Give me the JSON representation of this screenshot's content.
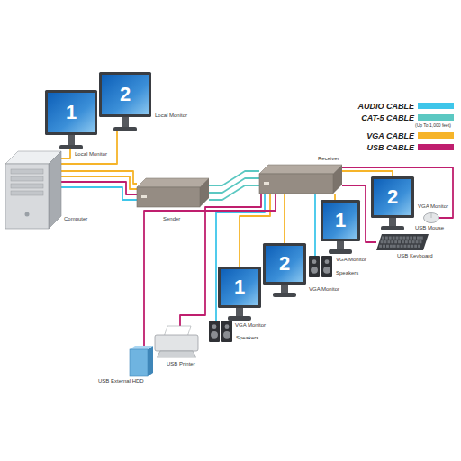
{
  "diagram": {
    "nodes": [
      {
        "text": [
          "1",
          "Local Monitor"
        ]
      },
      {
        "text": [
          "2",
          "Local Monitor"
        ]
      },
      {
        "text": [
          "Computer"
        ]
      },
      {
        "text": [
          "Sender"
        ]
      },
      {
        "text": [
          "Receiver"
        ]
      },
      {
        "text": [
          "1",
          "VGA Monitor"
        ]
      },
      {
        "text": [
          "2",
          "VGA Monitor"
        ]
      },
      {
        "text": [
          "USB Mouse"
        ]
      },
      {
        "text": [
          "USB Keyboard"
        ]
      },
      {
        "text": [
          "Speakers"
        ]
      },
      {
        "text": [
          "1",
          "VGA Monitor"
        ]
      },
      {
        "text": [
          "2",
          "VGA Monitor"
        ]
      },
      {
        "text": [
          "Speakers"
        ]
      },
      {
        "text": [
          "USB Printer"
        ]
      },
      {
        "text": [
          "USB External HDD"
        ]
      }
    ],
    "edges": [
      {
        "from": 2,
        "to": 0,
        "arrow": "none"
      },
      {
        "from": 2,
        "to": 1,
        "arrow": "none"
      },
      {
        "from": 2,
        "to": 3,
        "arrow": "none"
      },
      {
        "from": 2,
        "to": 3,
        "arrow": "none"
      },
      {
        "from": 2,
        "to": 3,
        "arrow": "none"
      },
      {
        "from": 2,
        "to": 3,
        "arrow": "none"
      },
      {
        "from": 3,
        "to": 4,
        "arrow": "none"
      },
      {
        "from": 3,
        "to": 4,
        "arrow": "none"
      },
      {
        "from": 3,
        "to": 4,
        "arrow": "none"
      },
      {
        "from": 4,
        "to": 6,
        "arrow": "none"
      },
      {
        "from": 4,
        "to": 5,
        "arrow": "none"
      },
      {
        "from": 4,
        "to": 7,
        "arrow": "none"
      },
      {
        "from": 4,
        "to": 8,
        "arrow": "none"
      },
      {
        "from": 4,
        "to": 9,
        "arrow": "none"
      },
      {
        "from": 4,
        "to": 11,
        "arrow": "none"
      },
      {
        "from": 4,
        "to": 10,
        "arrow": "none"
      },
      {
        "from": 4,
        "to": 12,
        "arrow": "none"
      },
      {
        "from": 4,
        "to": 13,
        "arrow": "none"
      },
      {
        "from": 4,
        "to": 14,
        "arrow": "none"
      }
    ],
    "labels": [
      "(Up To 1,000 feet)"
    ],
    "legend": [
      {
        "text": "AUDIO CABLE",
        "color": "#3ec6ea"
      },
      {
        "text": "CAT-5 CABLE",
        "color": "#5bc8c2"
      },
      {
        "text": "VGA CABLE",
        "color": "#f6b429"
      },
      {
        "text": "USB CABLE",
        "color": "#bf1e6e"
      }
    ]
  }
}
